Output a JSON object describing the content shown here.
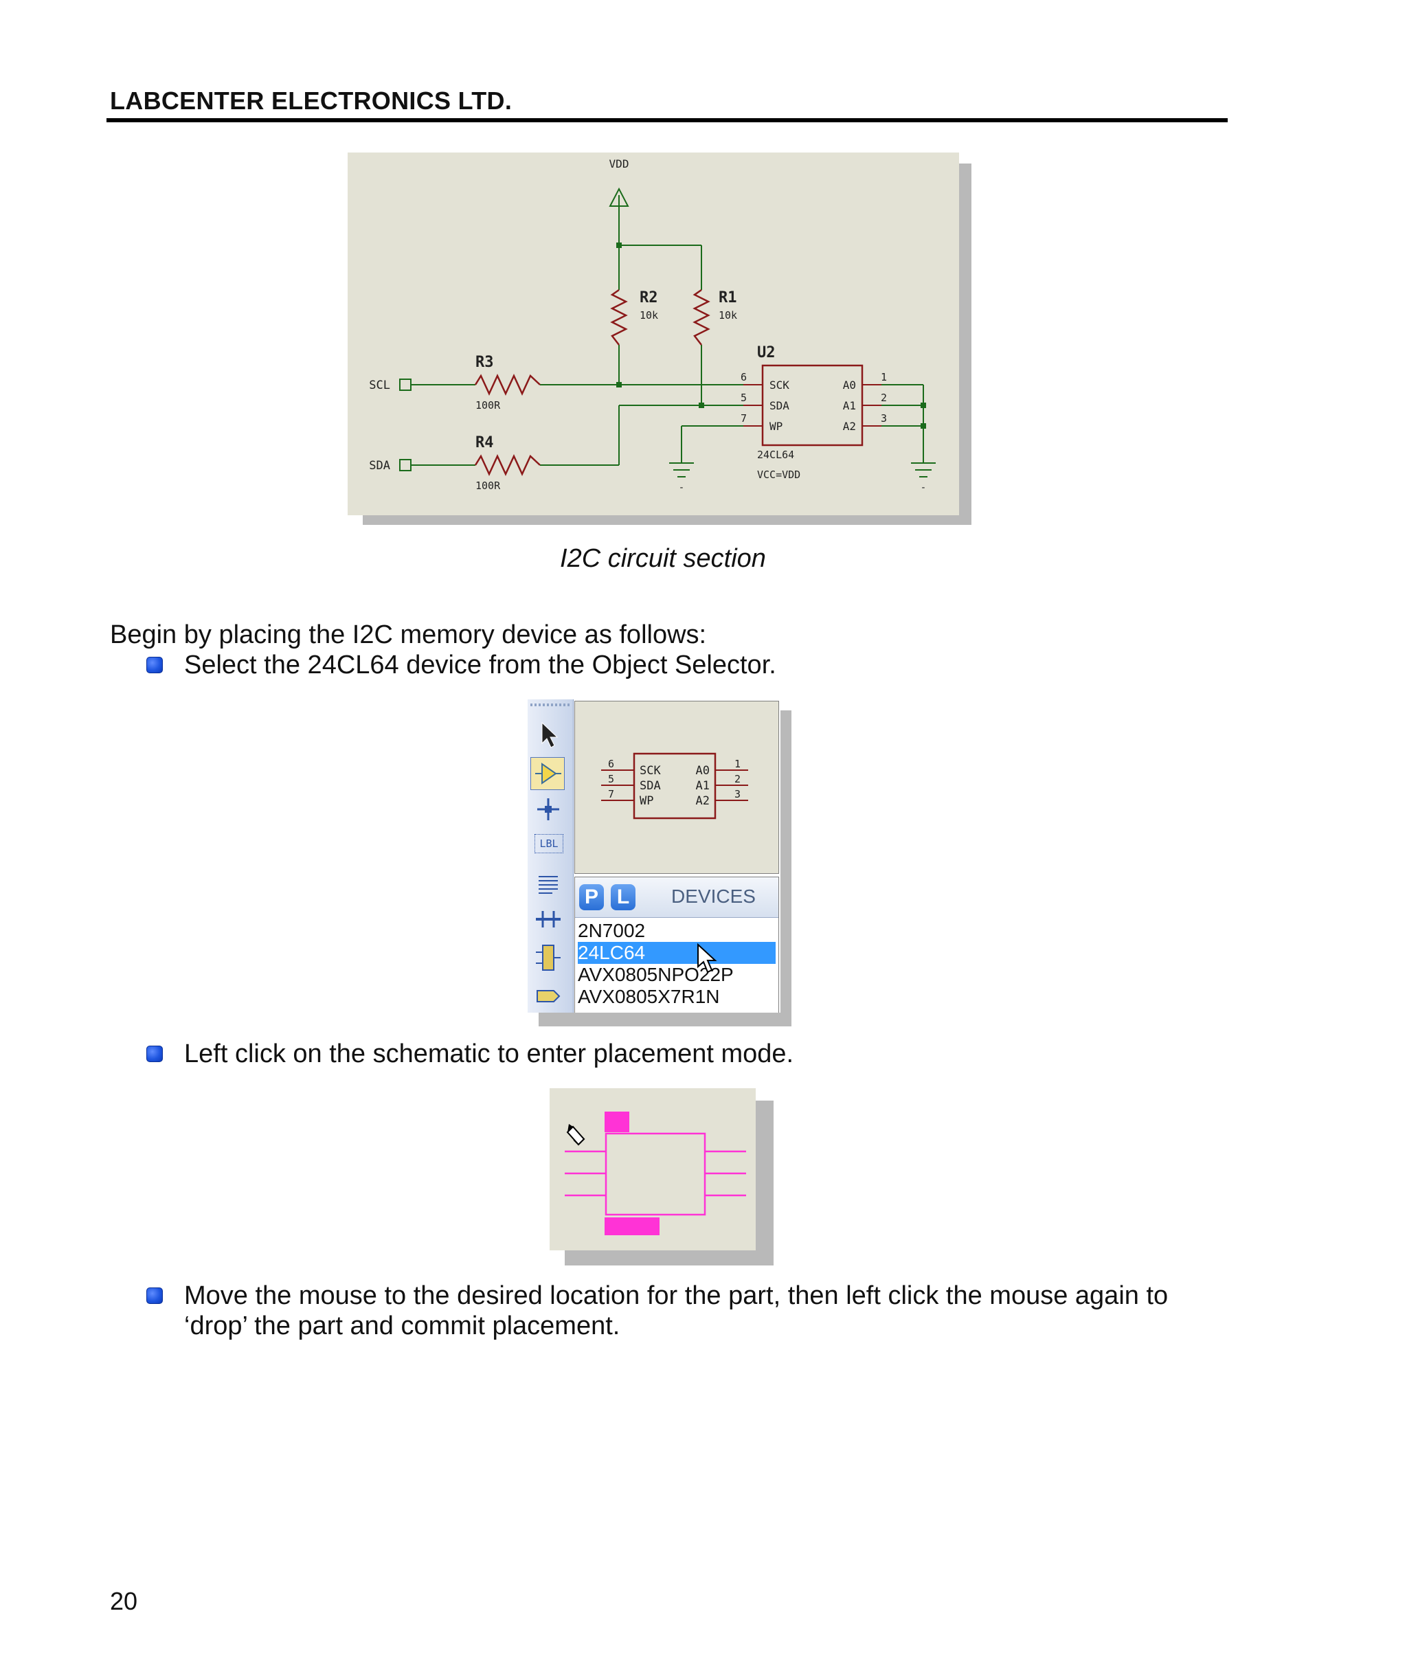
{
  "header": {
    "title": "LABCENTER ELECTRONICS LTD."
  },
  "schematic": {
    "vdd_label": "VDD",
    "r2": {
      "name": "R2",
      "value": "10k"
    },
    "r1": {
      "name": "R1",
      "value": "10k"
    },
    "r3": {
      "name": "R3",
      "value": "100R"
    },
    "r4": {
      "name": "R4",
      "value": "100R"
    },
    "u2": {
      "name": "U2",
      "pins_left": [
        "SCK",
        "SDA",
        "WP"
      ],
      "pins_right": [
        "A0",
        "A1",
        "A2"
      ],
      "pin_numbers_left": [
        "6",
        "5",
        "7"
      ],
      "pin_numbers_right": [
        "1",
        "2",
        "3"
      ],
      "part": "24CL64",
      "power": "VCC=VDD"
    },
    "scl_label": "SCL",
    "sda_label": "SDA",
    "ground_label": "-"
  },
  "caption": "I2C circuit section",
  "intro": "Begin by placing the I2C memory device as follows:",
  "bullets": [
    "Select the 24CL64 device from the Object Selector.",
    "Left click on the schematic to enter placement mode.",
    "Move the mouse to the desired location for the part, then left click the mouse again to",
    "‘drop’ the part and commit placement."
  ],
  "selector": {
    "toolbar_icons": [
      "selection-arrow-icon",
      "component-mode-icon",
      "junction-dot-icon",
      "wire-label-icon",
      "text-script-icon",
      "buses-icon",
      "subcircuit-icon",
      "terminals-icon"
    ],
    "lbl_text": "LBL",
    "p_button": "P",
    "l_button": "L",
    "devices_header": "DEVICES",
    "devices": [
      "2N7002",
      "24LC64",
      "AVX0805NPO22P",
      "AVX0805X7R1N"
    ],
    "selected_index": 1,
    "preview": {
      "pins_left": [
        "SCK",
        "SDA",
        "WP"
      ],
      "pins_right": [
        "A0",
        "A1",
        "A2"
      ],
      "pin_numbers_left": [
        "6",
        "5",
        "7"
      ],
      "pin_numbers_right": [
        "1",
        "2",
        "3"
      ]
    }
  },
  "colors": {
    "canvas": "#e3e2d5",
    "wire": "#1b6b1b",
    "component": "#8b1a1a",
    "ghost": "#ff33d6",
    "selection": "#3399ff"
  },
  "page_number": "20"
}
